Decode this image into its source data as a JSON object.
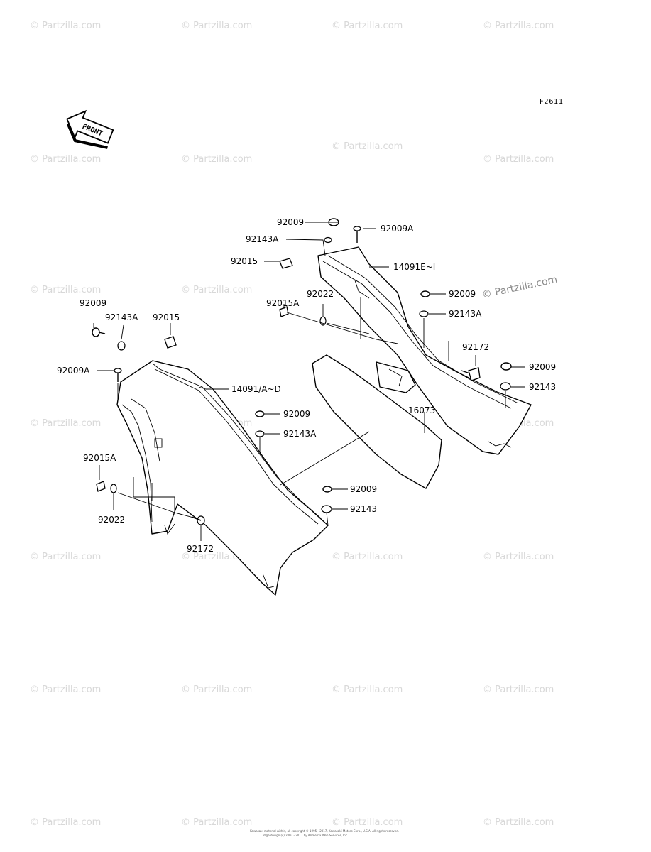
{
  "figure_id": "F2611",
  "front_label": "FRONT",
  "watermark": "© Partzilla.com",
  "copyright_line_1": "Kawasaki material within, all copyright © 1995 - 2017, Kawasaki Motors Corp., U.S.A. All rights reserved.",
  "copyright_line_2": "Page design (c) 2002 - 2017 by Arimetrix Web Services, Inc.",
  "labels": {
    "l01": "92009",
    "l02": "92009A",
    "l03": "92143A",
    "l04": "92015",
    "l05": "14091E~I",
    "l06": "92015A",
    "l07": "92022",
    "l08": "92009",
    "l09": "92143A",
    "l10": "92172",
    "l11": "92009",
    "l12": "92143",
    "l13": "92009",
    "l14": "92143A",
    "l15": "92015",
    "l16": "92009A",
    "l17": "14091/A~D",
    "l18": "92009",
    "l19": "92143A",
    "l20": "16073",
    "l21": "92015A",
    "l22": "92009",
    "l23": "92143",
    "l24": "92022",
    "l25": "92172"
  }
}
